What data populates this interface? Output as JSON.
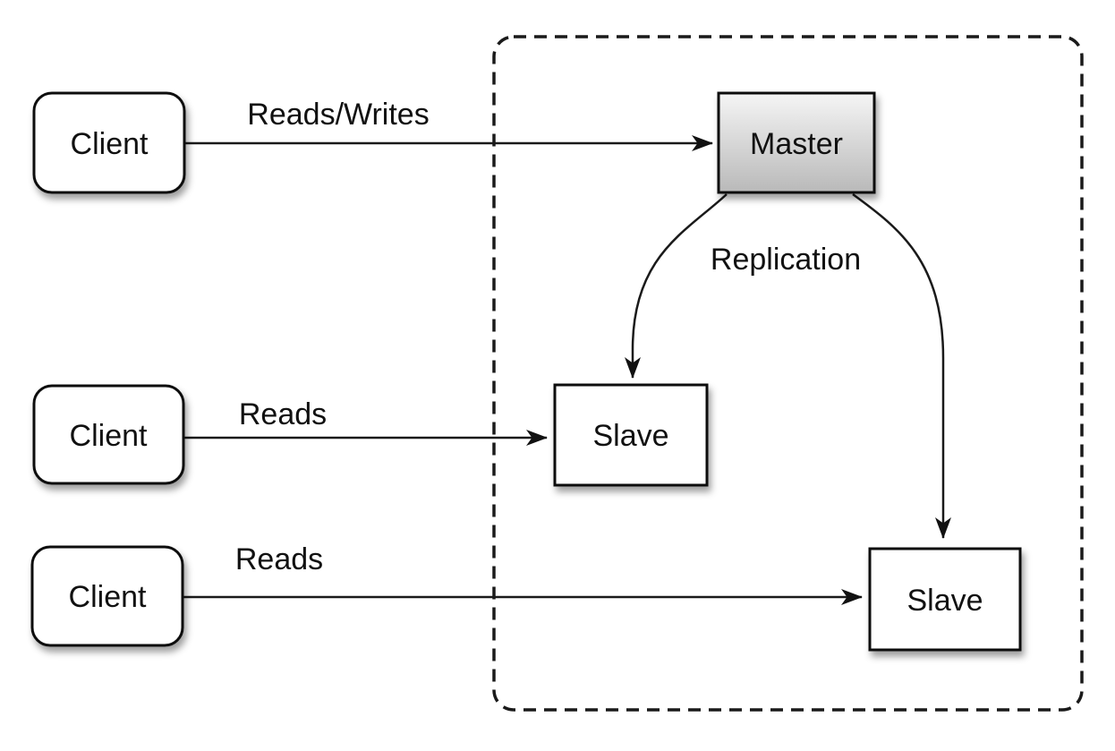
{
  "colors": {
    "background": "#ffffff",
    "stroke": "#1a1a1a",
    "box_fill": "#ffffff",
    "master_gradient_top": "#f5f5f5",
    "master_gradient_bottom": "#b9b9b9",
    "text": "#111111"
  },
  "nodes": {
    "clients": [
      {
        "label": "Client"
      },
      {
        "label": "Client"
      },
      {
        "label": "Client"
      }
    ],
    "master": {
      "label": "Master"
    },
    "slaves": [
      {
        "label": "Slave"
      },
      {
        "label": "Slave"
      }
    ]
  },
  "edges": {
    "client1_master": {
      "label": "Reads/Writes"
    },
    "client2_slave1": {
      "label": "Reads"
    },
    "client3_slave2": {
      "label": "Reads"
    },
    "replication": {
      "label": "Replication"
    }
  }
}
